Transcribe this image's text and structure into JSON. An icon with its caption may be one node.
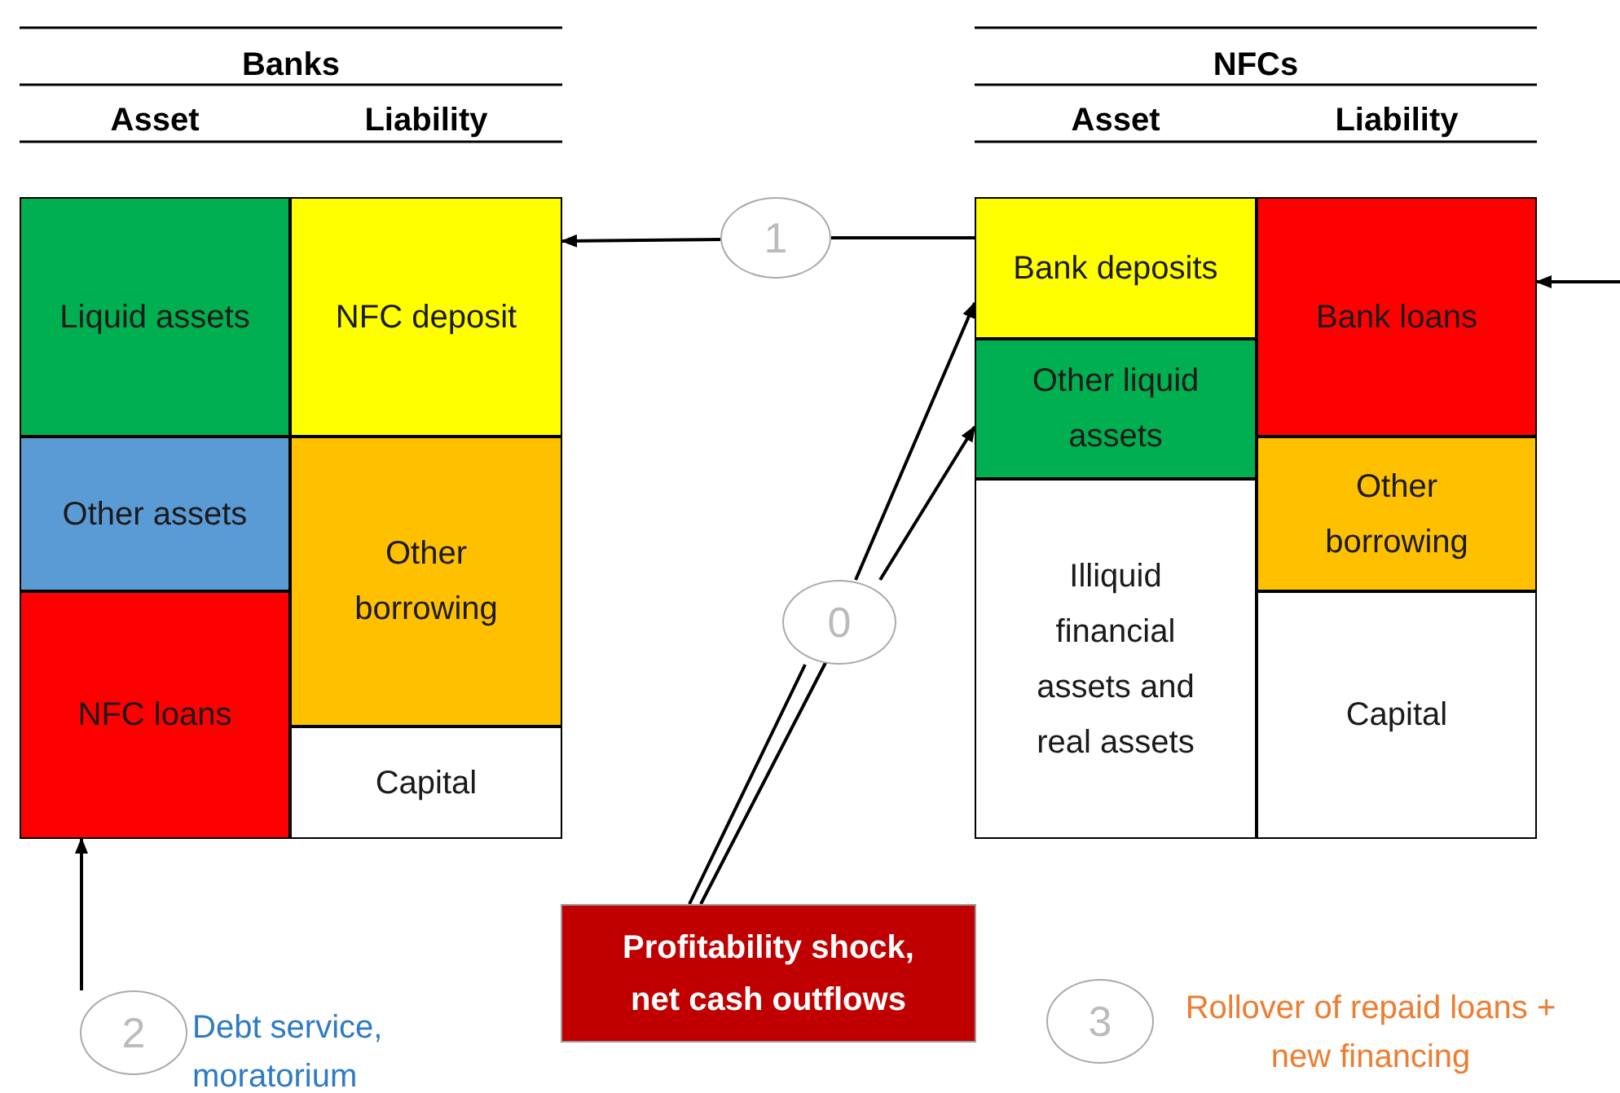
{
  "diagram": {
    "nodes": [
      {
        "text": [
          "Liquid assets"
        ]
      },
      {
        "text": [
          "Other assets"
        ]
      },
      {
        "text": [
          "NFC loans"
        ]
      },
      {
        "text": [
          "NFC deposit"
        ]
      },
      {
        "text": [
          "Other borrowing"
        ]
      },
      {
        "text": [
          "Capital"
        ]
      },
      {
        "text": [
          "Bank deposits"
        ]
      },
      {
        "text": [
          "Other liquid assets"
        ]
      },
      {
        "text": [
          "Illiquid financial assets and real assets"
        ]
      },
      {
        "text": [
          "Bank loans"
        ]
      },
      {
        "text": [
          "Other borrowing"
        ]
      },
      {
        "text": [
          "Capital"
        ]
      },
      {
        "text": [
          "Profitability shock, net cash outflows"
        ]
      },
      {
        "text": [
          "0"
        ]
      },
      {
        "text": [
          "2"
        ],
        "beside": [
          "Debt service, moratorium"
        ]
      },
      {
        "text": [
          "3"
        ],
        "beside": [
          "Rollover of repaid loans + new financing"
        ]
      },
      {
        "text": [
          "1"
        ]
      }
    ],
    "edges": [
      {
        "from": 6,
        "to": 16,
        "arrow": "none"
      },
      {
        "from": 16,
        "to": 3,
        "arrow": "to"
      },
      {
        "from": 12,
        "to": 13,
        "arrow": "none"
      },
      {
        "from": 13,
        "to": 6,
        "arrow": "to"
      },
      {
        "from": 13,
        "to": 7,
        "arrow": "to"
      },
      {
        "from": 14,
        "to": 2,
        "arrow": "to"
      },
      {
        "from": null,
        "to": 9,
        "arrow": "to"
      }
    ],
    "labels": [
      "Banks",
      "Asset",
      "Liability",
      "NFCs",
      "Asset",
      "Liability"
    ]
  }
}
